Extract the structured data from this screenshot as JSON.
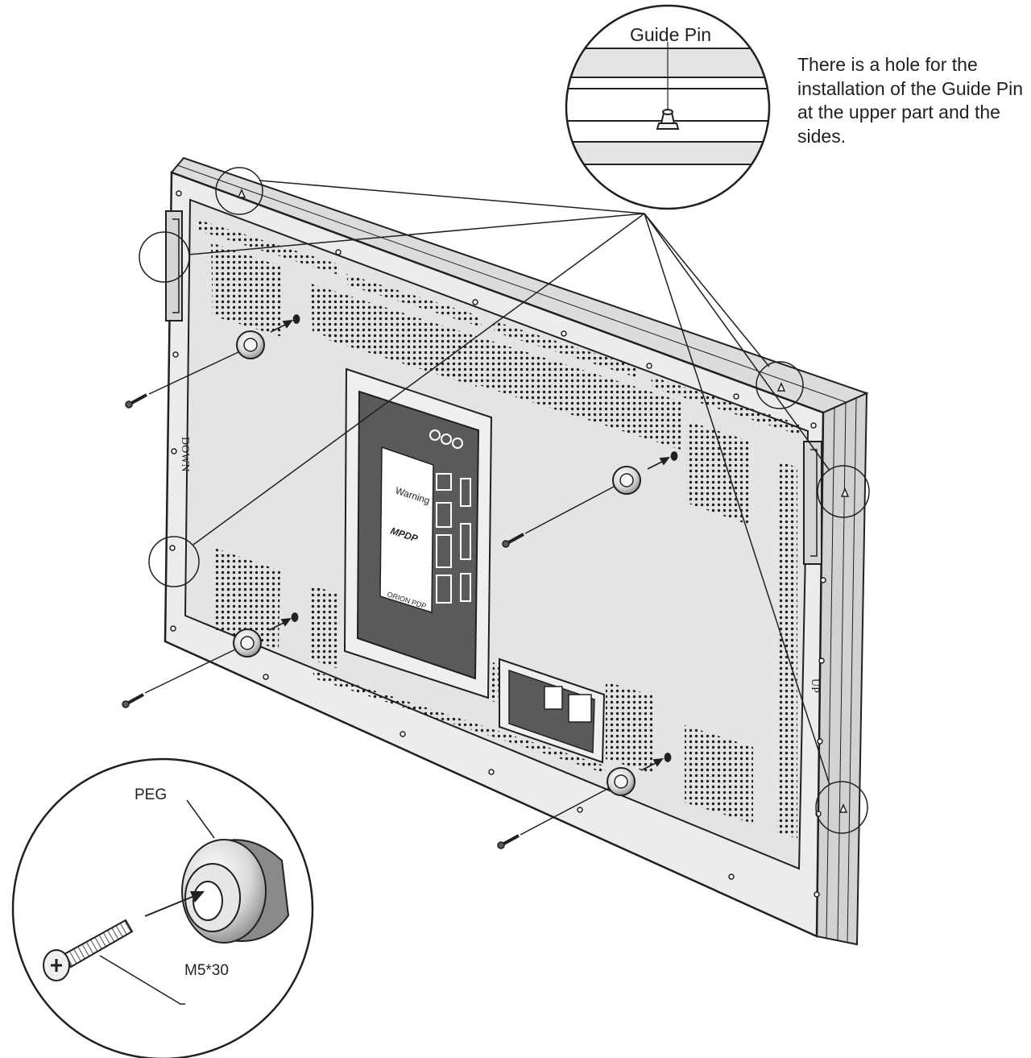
{
  "labels": {
    "guide_pin": "Guide Pin",
    "note": "There is a hole for the installation of the Guide Pin at the upper part and the sides.",
    "peg": "PEG",
    "screw": "M5*30",
    "down_mark": "DOWN",
    "up_mark": "UP"
  },
  "panel": {
    "warning_title": "Warning",
    "brand": "MPDP",
    "maker": "ORION PDP"
  },
  "colors": {
    "line": "#231f20",
    "panel_fill": "#e4e4e4",
    "panel_dark": "#5a5a5a",
    "background": "#ffffff"
  }
}
